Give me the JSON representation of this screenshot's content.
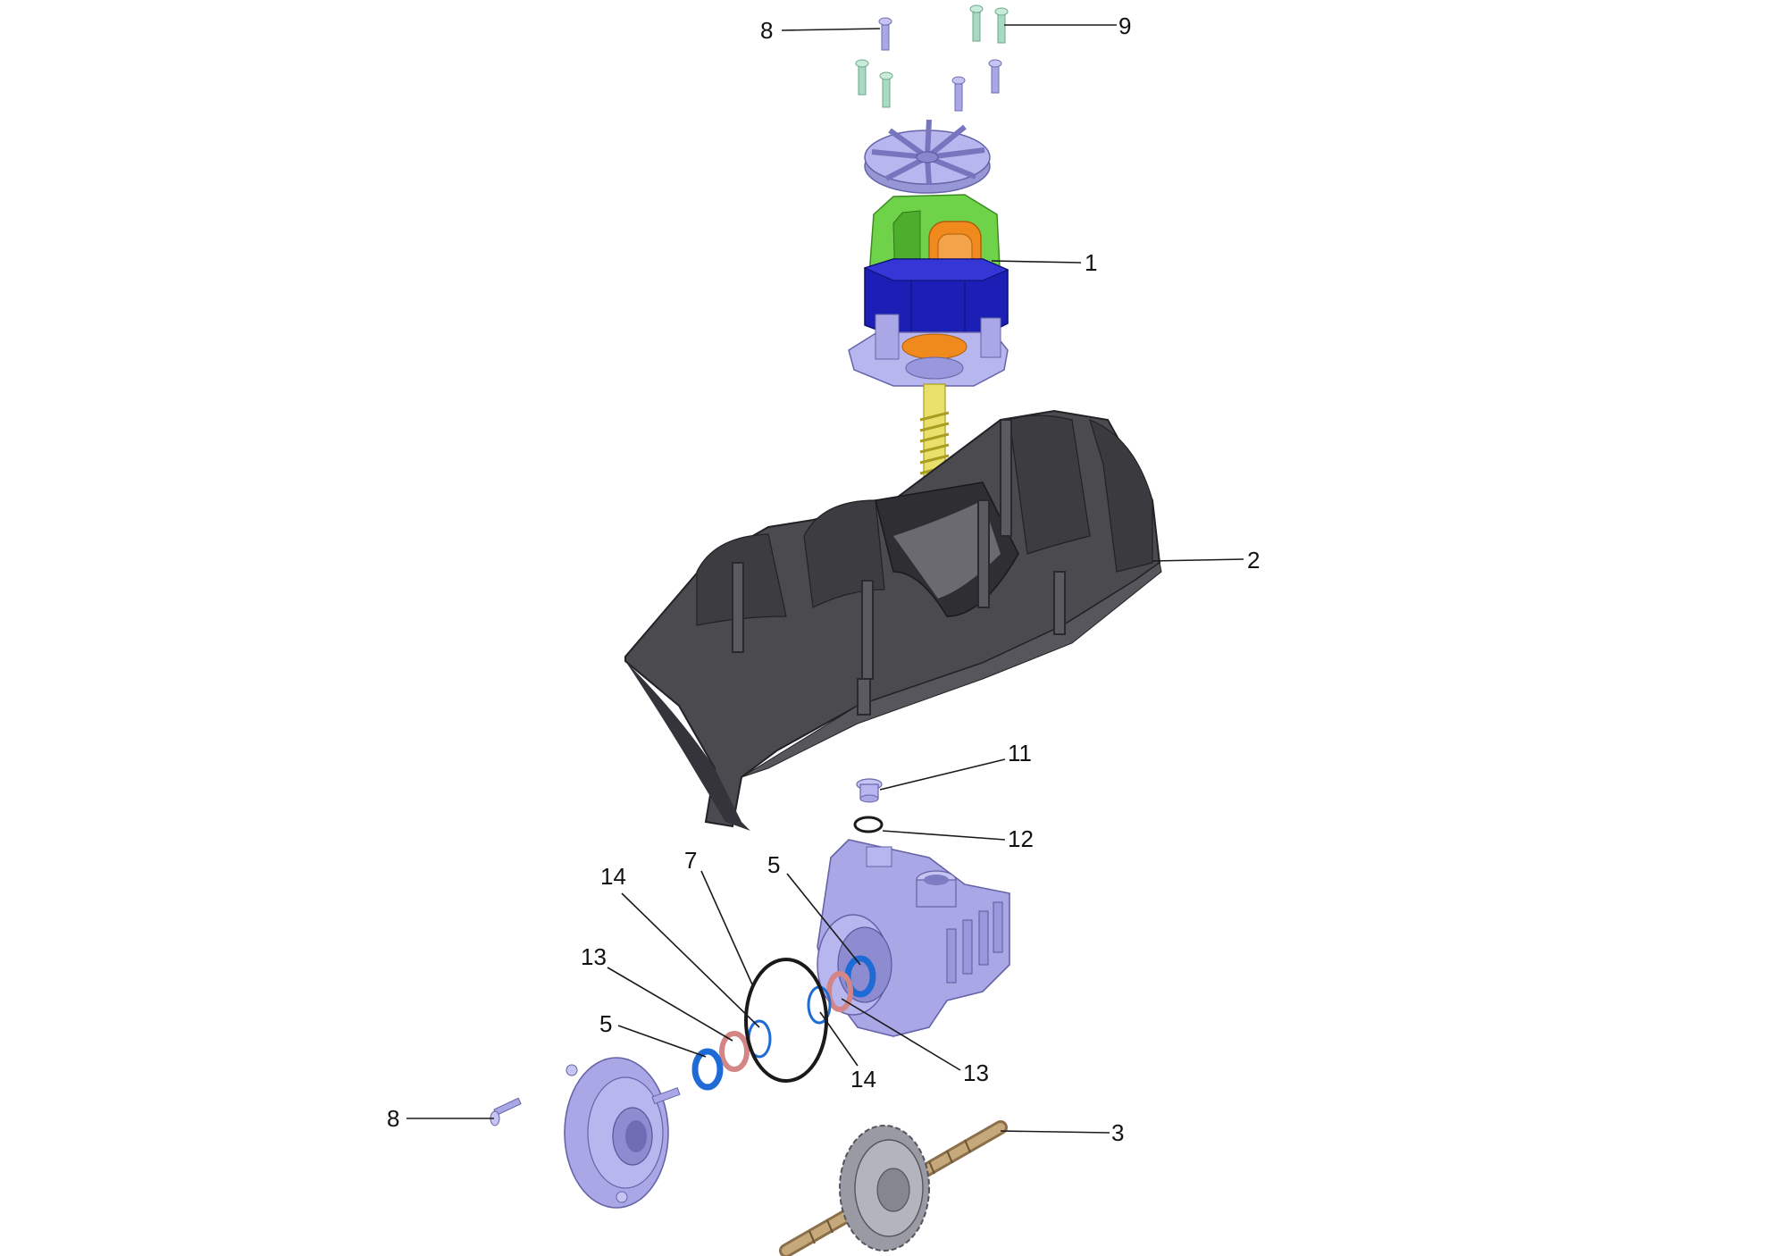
{
  "diagram": {
    "callouts": [
      {
        "id": "c8a",
        "label": "8"
      },
      {
        "id": "c9",
        "label": "9"
      },
      {
        "id": "c1",
        "label": "1"
      },
      {
        "id": "c2",
        "label": "2"
      },
      {
        "id": "c11",
        "label": "11"
      },
      {
        "id": "c12",
        "label": "12"
      },
      {
        "id": "c7",
        "label": "7"
      },
      {
        "id": "c5a",
        "label": "5"
      },
      {
        "id": "c14a",
        "label": "14"
      },
      {
        "id": "c13a",
        "label": "13"
      },
      {
        "id": "c5b",
        "label": "5"
      },
      {
        "id": "c14b",
        "label": "14"
      },
      {
        "id": "c13b",
        "label": "13"
      },
      {
        "id": "c8b",
        "label": "8"
      },
      {
        "id": "c3",
        "label": "3"
      }
    ],
    "colors": {
      "part_lavender": "#a9a7e6",
      "part_lavender_dark": "#7d7bc4",
      "screw_green": "#a9d9c2",
      "motor_green": "#6fd34a",
      "motor_blue": "#1c1fb5",
      "motor_orange": "#f08a1d",
      "shaft_yellow": "#e8e06a",
      "housing_dark": "#4a4a4f",
      "seal_blue": "#1e6bd6",
      "seal_red": "#d48686",
      "gear_gray": "#9a9aa4"
    }
  }
}
